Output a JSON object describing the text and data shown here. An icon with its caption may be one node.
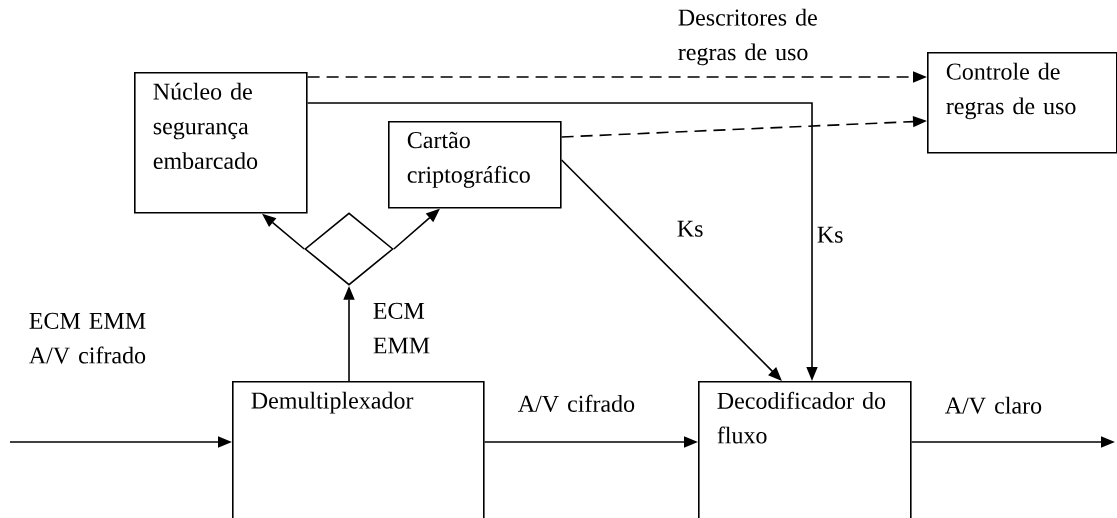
{
  "diagram": {
    "nodes": [
      {
        "text": [
          "Núcleo de segurança embarcado"
        ]
      },
      {
        "text": [
          "Controle de regras de uso"
        ]
      },
      {
        "text": [
          "Cartão criptográfico"
        ]
      },
      {
        "text": [],
        "shape": "diamond"
      },
      {
        "text": [
          "Demultiplexador"
        ]
      },
      {
        "text": [
          "Decodificador do fluxo"
        ]
      }
    ],
    "edges": [
      {
        "from": null,
        "to": 4,
        "arrow": "to",
        "label": "ECM EMM A/V cifrado"
      },
      {
        "from": 4,
        "to": 3,
        "arrow": "to",
        "label": "ECM EMM"
      },
      {
        "from": 3,
        "to": 0,
        "arrow": "to"
      },
      {
        "from": 3,
        "to": 2,
        "arrow": "to"
      },
      {
        "from": 0,
        "to": 1,
        "arrow": "to",
        "style": "dashed",
        "label": "Descritores de regras de uso"
      },
      {
        "from": 0,
        "to": 5,
        "arrow": "to",
        "label": "Ks"
      },
      {
        "from": 2,
        "to": 1,
        "arrow": "to",
        "style": "dashed"
      },
      {
        "from": 2,
        "to": 5,
        "arrow": "to",
        "label": "Ks"
      },
      {
        "from": 4,
        "to": 5,
        "arrow": "to",
        "label": "A/V cifrado"
      },
      {
        "from": 5,
        "to": null,
        "arrow": "to",
        "label": "A/V claro"
      }
    ]
  }
}
